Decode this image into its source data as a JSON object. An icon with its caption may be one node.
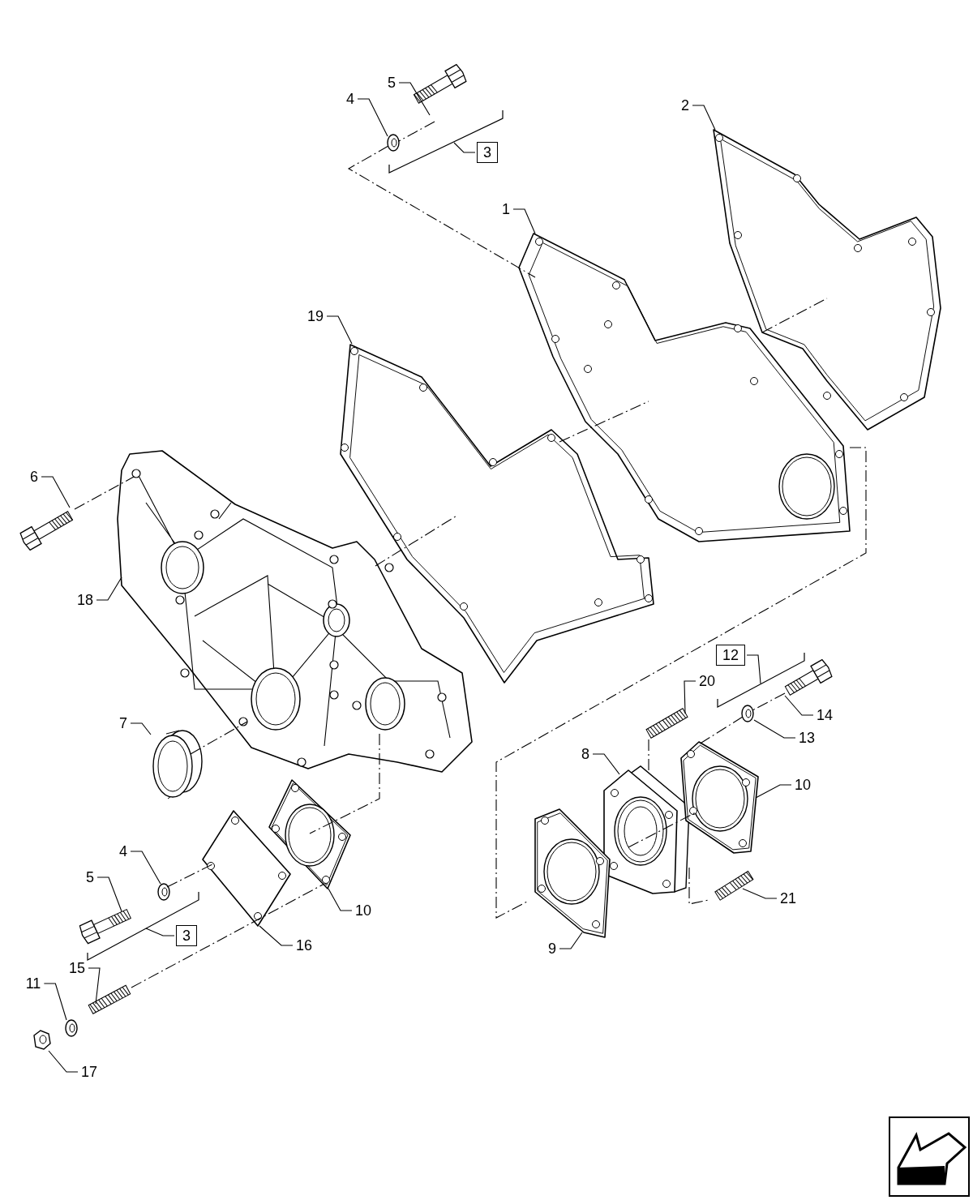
{
  "diagram": {
    "nodes": [
      {
        "text": [
          "5"
        ]
      },
      {
        "text": [],
        "shape": "picture"
      },
      {
        "text": [
          "4"
        ]
      },
      {
        "text": [],
        "shape": "picture"
      },
      {
        "text": [
          "3"
        ]
      },
      {
        "text": [
          "2"
        ]
      },
      {
        "text": [],
        "shape": "picture"
      },
      {
        "text": [
          "1"
        ]
      },
      {
        "text": [],
        "shape": "picture"
      },
      {
        "text": [
          "19"
        ]
      },
      {
        "text": [],
        "shape": "picture"
      },
      {
        "text": [
          "6"
        ]
      },
      {
        "text": [],
        "shape": "picture"
      },
      {
        "text": [
          "18"
        ]
      },
      {
        "text": [],
        "shape": "picture"
      },
      {
        "text": [
          "7"
        ]
      },
      {
        "text": [],
        "shape": "picture"
      },
      {
        "text": [
          "12"
        ]
      },
      {
        "text": [
          "20"
        ]
      },
      {
        "text": [],
        "shape": "picture"
      },
      {
        "text": [
          "14"
        ]
      },
      {
        "text": [],
        "shape": "picture"
      },
      {
        "text": [
          "13"
        ]
      },
      {
        "text": [],
        "shape": "picture"
      },
      {
        "text": [
          "8"
        ]
      },
      {
        "text": [],
        "shape": "picture"
      },
      {
        "text": [
          "10"
        ]
      },
      {
        "text": [],
        "shape": "picture"
      },
      {
        "text": [
          "4"
        ]
      },
      {
        "text": [],
        "shape": "picture"
      },
      {
        "text": [
          "5"
        ]
      },
      {
        "text": [],
        "shape": "picture"
      },
      {
        "text": [
          "10"
        ]
      },
      {
        "text": [],
        "shape": "picture"
      },
      {
        "text": [
          "3"
        ]
      },
      {
        "text": [
          "16"
        ]
      },
      {
        "text": [],
        "shape": "picture"
      },
      {
        "text": [
          "15"
        ]
      },
      {
        "text": [],
        "shape": "picture"
      },
      {
        "text": [
          "11"
        ]
      },
      {
        "text": [],
        "shape": "picture"
      },
      {
        "text": [
          "17"
        ]
      },
      {
        "text": [],
        "shape": "picture"
      },
      {
        "text": [
          "9"
        ]
      },
      {
        "text": [],
        "shape": "picture"
      },
      {
        "text": [
          "21"
        ]
      },
      {
        "text": [],
        "shape": "picture"
      }
    ],
    "edges": [
      {
        "from": 0,
        "to": 1,
        "arrow": "none"
      },
      {
        "from": 2,
        "to": 3,
        "arrow": "none"
      },
      {
        "from": 4,
        "to": null,
        "arrow": "none"
      },
      {
        "from": 5,
        "to": 6,
        "arrow": "none"
      },
      {
        "from": 7,
        "to": 8,
        "arrow": "none"
      },
      {
        "from": 9,
        "to": 10,
        "arrow": "none"
      },
      {
        "from": 11,
        "to": 12,
        "arrow": "none"
      },
      {
        "from": 13,
        "to": 14,
        "arrow": "none"
      },
      {
        "from": 15,
        "to": 16,
        "arrow": "none"
      },
      {
        "from": 17,
        "to": null,
        "arrow": "none"
      },
      {
        "from": 18,
        "to": 19,
        "arrow": "none"
      },
      {
        "from": 20,
        "to": 21,
        "arrow": "none"
      },
      {
        "from": 22,
        "to": 23,
        "arrow": "none"
      },
      {
        "from": 24,
        "to": 25,
        "arrow": "none"
      },
      {
        "from": 26,
        "to": 27,
        "arrow": "none"
      },
      {
        "from": 28,
        "to": 29,
        "arrow": "none"
      },
      {
        "from": 30,
        "to": 31,
        "arrow": "none"
      },
      {
        "from": 32,
        "to": 33,
        "arrow": "none"
      },
      {
        "from": 34,
        "to": null,
        "arrow": "none"
      },
      {
        "from": 35,
        "to": 36,
        "arrow": "none"
      },
      {
        "from": 37,
        "to": 38,
        "arrow": "none"
      },
      {
        "from": 39,
        "to": 40,
        "arrow": "none"
      },
      {
        "from": 41,
        "to": 42,
        "arrow": "none"
      },
      {
        "from": 43,
        "to": 44,
        "arrow": "none"
      },
      {
        "from": 45,
        "to": 46,
        "arrow": "none"
      },
      {
        "from": 1,
        "to": 3,
        "arrow": "none",
        "style": "dashed"
      },
      {
        "from": 3,
        "to": 8,
        "arrow": "none",
        "style": "dashed"
      },
      {
        "from": 8,
        "to": 6,
        "arrow": "none",
        "style": "dashed"
      },
      {
        "from": 10,
        "to": 8,
        "arrow": "none",
        "style": "dashed"
      },
      {
        "from": 14,
        "to": 10,
        "arrow": "none",
        "style": "dashed"
      },
      {
        "from": 12,
        "to": 14,
        "arrow": "none",
        "style": "dashed"
      },
      {
        "from": 16,
        "to": 14,
        "arrow": "none",
        "style": "dashed"
      },
      {
        "from": 14,
        "to": 33,
        "arrow": "none",
        "style": "dashed"
      },
      {
        "from": 29,
        "to": 36,
        "arrow": "none",
        "style": "dashed"
      },
      {
        "from": 38,
        "to": 33,
        "arrow": "none",
        "style": "dashed"
      },
      {
        "from": 8,
        "to": 44,
        "arrow": "none",
        "style": "dashed"
      },
      {
        "from": 19,
        "to": 25,
        "arrow": "none",
        "style": "dashed"
      },
      {
        "from": 21,
        "to": 23,
        "arrow": "none",
        "style": "dashed"
      },
      {
        "from": 23,
        "to": 27,
        "arrow": "none",
        "style": "dashed"
      },
      {
        "from": 25,
        "to": 27,
        "arrow": "none",
        "style": "dashed"
      },
      {
        "from": 25,
        "to": 46,
        "arrow": "none",
        "style": "dashed"
      }
    ]
  }
}
